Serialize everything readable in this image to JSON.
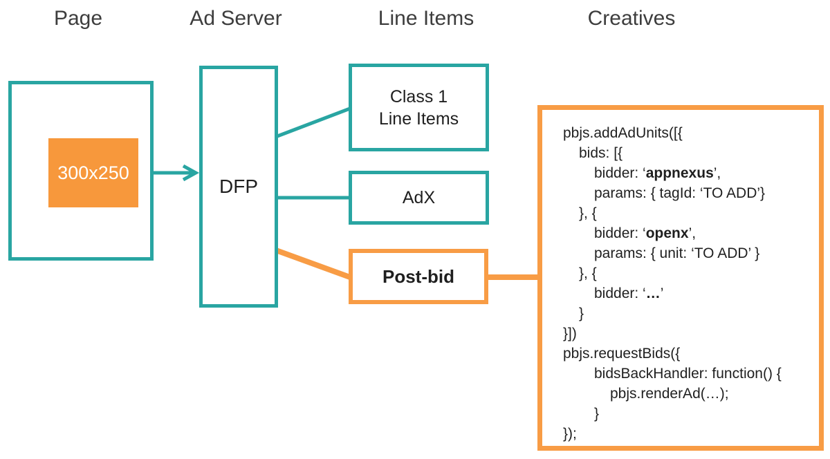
{
  "colors": {
    "teal": "#29A5A2",
    "orange": "#F89C45",
    "orange_fill": "#F7983C",
    "header_text": "#3D3D3D",
    "body_text": "#1F1F1F"
  },
  "headers": {
    "page": "Page",
    "ad_server": "Ad Server",
    "line_items": "Line Items",
    "creatives": "Creatives"
  },
  "diagram": {
    "ad_slot_label": "300x250",
    "dfp_label": "DFP",
    "class1_line1": "Class 1",
    "class1_line2": "Line Items",
    "adx_label": "AdX",
    "postbid_label": "Post-bid"
  },
  "code_panel": {
    "lines": [
      {
        "indent": 0,
        "segments": [
          {
            "t": "pbjs.addAdUnits([{",
            "b": false
          }
        ]
      },
      {
        "indent": 1,
        "segments": [
          {
            "t": "bids: [{",
            "b": false
          }
        ]
      },
      {
        "indent": 2,
        "segments": [
          {
            "t": "bidder: ‘",
            "b": false
          },
          {
            "t": "appnexus",
            "b": true
          },
          {
            "t": "’,",
            "b": false
          }
        ]
      },
      {
        "indent": 2,
        "segments": [
          {
            "t": "params: { tagId: ‘TO ADD’}",
            "b": false
          }
        ]
      },
      {
        "indent": 1,
        "segments": [
          {
            "t": "}, {",
            "b": false
          }
        ]
      },
      {
        "indent": 2,
        "segments": [
          {
            "t": "bidder: ‘",
            "b": false
          },
          {
            "t": "openx",
            "b": true
          },
          {
            "t": "’,",
            "b": false
          }
        ]
      },
      {
        "indent": 2,
        "segments": [
          {
            "t": "params: { unit: ‘TO ADD’ }",
            "b": false
          }
        ]
      },
      {
        "indent": 1,
        "segments": [
          {
            "t": "}, {",
            "b": false
          }
        ]
      },
      {
        "indent": 2,
        "segments": [
          {
            "t": "bidder: ‘",
            "b": false
          },
          {
            "t": "…",
            "b": true
          },
          {
            "t": "’",
            "b": false
          }
        ]
      },
      {
        "indent": 1,
        "segments": [
          {
            "t": "}",
            "b": false
          }
        ]
      },
      {
        "indent": 0,
        "segments": [
          {
            "t": "}])",
            "b": false
          }
        ]
      },
      {
        "indent": 0,
        "segments": [
          {
            "t": "pbjs.requestBids({",
            "b": false
          }
        ]
      },
      {
        "indent": 2,
        "segments": [
          {
            "t": "bidsBackHandler: function() {",
            "b": false
          }
        ]
      },
      {
        "indent": 3,
        "segments": [
          {
            "t": "pbjs.renderAd(…);",
            "b": false
          }
        ]
      },
      {
        "indent": 2,
        "segments": [
          {
            "t": "}",
            "b": false
          }
        ]
      },
      {
        "indent": 0,
        "segments": [
          {
            "t": "});",
            "b": false
          }
        ]
      }
    ]
  }
}
